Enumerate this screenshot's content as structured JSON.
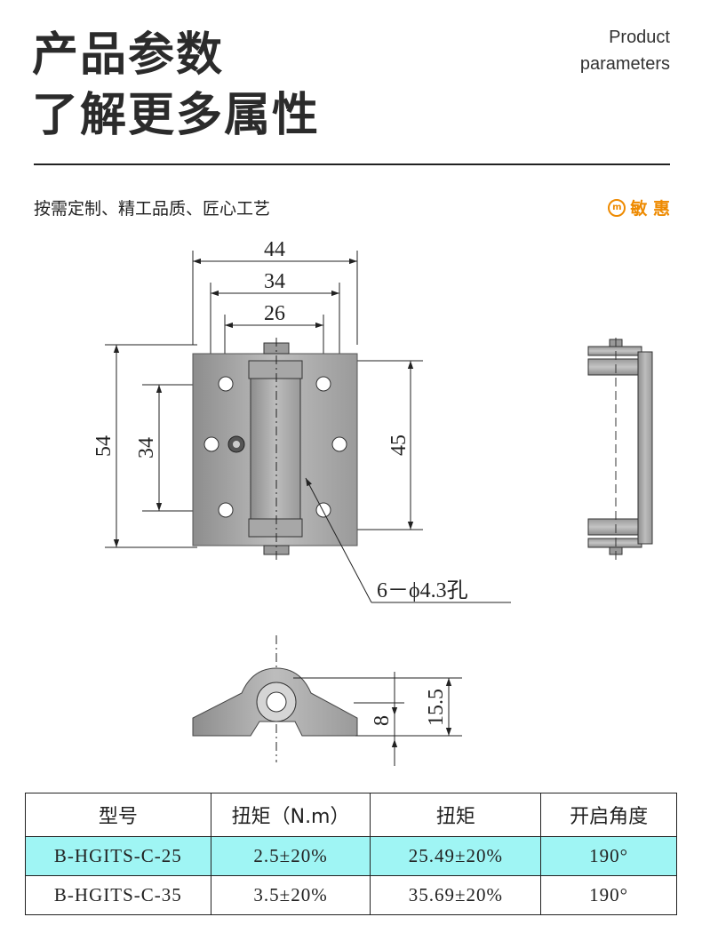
{
  "header": {
    "title_line1": "产品参数",
    "title_line2": "了解更多属性",
    "en_line1": "Product",
    "en_line2": "parameters"
  },
  "slogan": "按需定制、精工品质、匠心工艺",
  "brand": {
    "name": "敏 惠",
    "color": "#ee8a00"
  },
  "drawing": {
    "dims": {
      "w44": "44",
      "w34": "34",
      "w26": "26",
      "h54": "54",
      "h34": "34",
      "h45": "45",
      "hole_note": "6－ϕ4.3孔",
      "h8": "8",
      "h155": "15.5"
    }
  },
  "table": {
    "headers": [
      "型号",
      "扭矩（N.m）",
      "扭矩",
      "开启角度"
    ],
    "rows": [
      [
        "B-HGITS-C-25",
        "2.5±20%",
        "25.49±20%",
        "190°"
      ],
      [
        "B-HGITS-C-35",
        "3.5±20%",
        "35.69±20%",
        "190°"
      ]
    ],
    "highlight_color": "#9ff5f4"
  }
}
